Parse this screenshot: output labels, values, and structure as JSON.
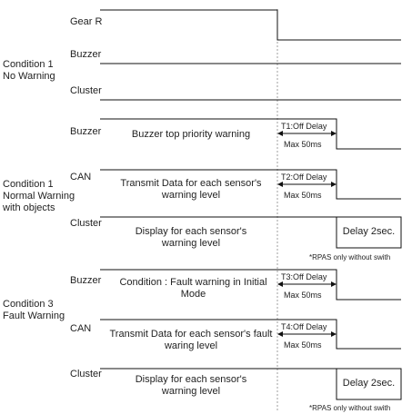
{
  "groups": {
    "condition1": {
      "line1": "Condition 1",
      "line2": "No Warning"
    },
    "condition1b": {
      "line1": "Condition 1",
      "line2": "Normal Warning",
      "line3": "with objects"
    },
    "condition3": {
      "line1": "Condition 3",
      "line2": "Fault Warning"
    }
  },
  "signals": {
    "gear": "Gear R",
    "buzzer": "Buzzer",
    "cluster": "Cluster",
    "can": "CAN"
  },
  "normal": {
    "buzzer_desc": "Buzzer top priority warning",
    "can_desc": "Transmit Data for each sensor's warning level",
    "cluster_desc": "Display for each sensor's warning level",
    "t1": "T1:Off Delay",
    "t2": "T2:Off Delay",
    "max1": "Max 50ms",
    "max2": "Max 50ms",
    "delay": "Delay 2sec.",
    "note": "*RPAS only without swith"
  },
  "fault": {
    "buzzer_desc": "Condition : Fault warning in Initial Mode",
    "can_desc": "Transmit Data for each sensor's fault waring level",
    "cluster_desc": "Display for each sensor's warning level",
    "t3": "T3:Off Delay",
    "t4": "T4:Off Delay",
    "max3": "Max 50ms",
    "max4": "Max 50ms",
    "delay": "Delay 2sec.",
    "note": "*RPAS only without swith"
  }
}
